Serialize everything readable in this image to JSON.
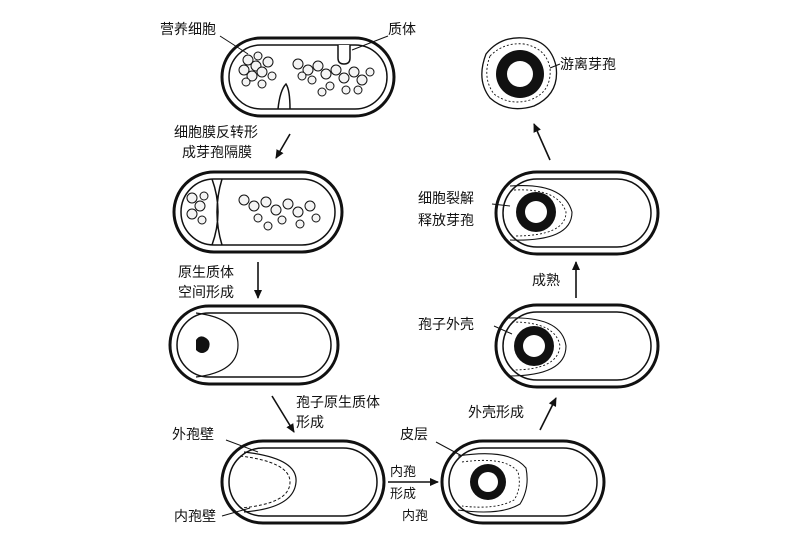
{
  "labels": {
    "vegetative_cell": "营养细胞",
    "mesosome": "质体",
    "septum_line1": "细胞膜反转形",
    "septum_line2": "成芽孢隔膜",
    "protoplast_line1": "原生质体",
    "protoplast_line2": "空间形成",
    "spore_protoplast_line1": "孢子原生质体",
    "spore_protoplast_line2": "形成",
    "outer_forespore_wall": "外孢壁",
    "inner_forespore_wall": "内孢壁",
    "inner_spore_line1": "内孢",
    "inner_spore_line2": "形成",
    "inner_spore_line3": "内孢",
    "cortex": "皮层",
    "coat_formation": "外壳形成",
    "spore_coat": "孢子外壳",
    "maturation": "成熟",
    "lysis_line1": "细胞裂解",
    "lysis_line2": "释放芽孢",
    "free_spore": "游离芽孢"
  },
  "colors": {
    "ink": "#111111",
    "background": "#ffffff"
  }
}
